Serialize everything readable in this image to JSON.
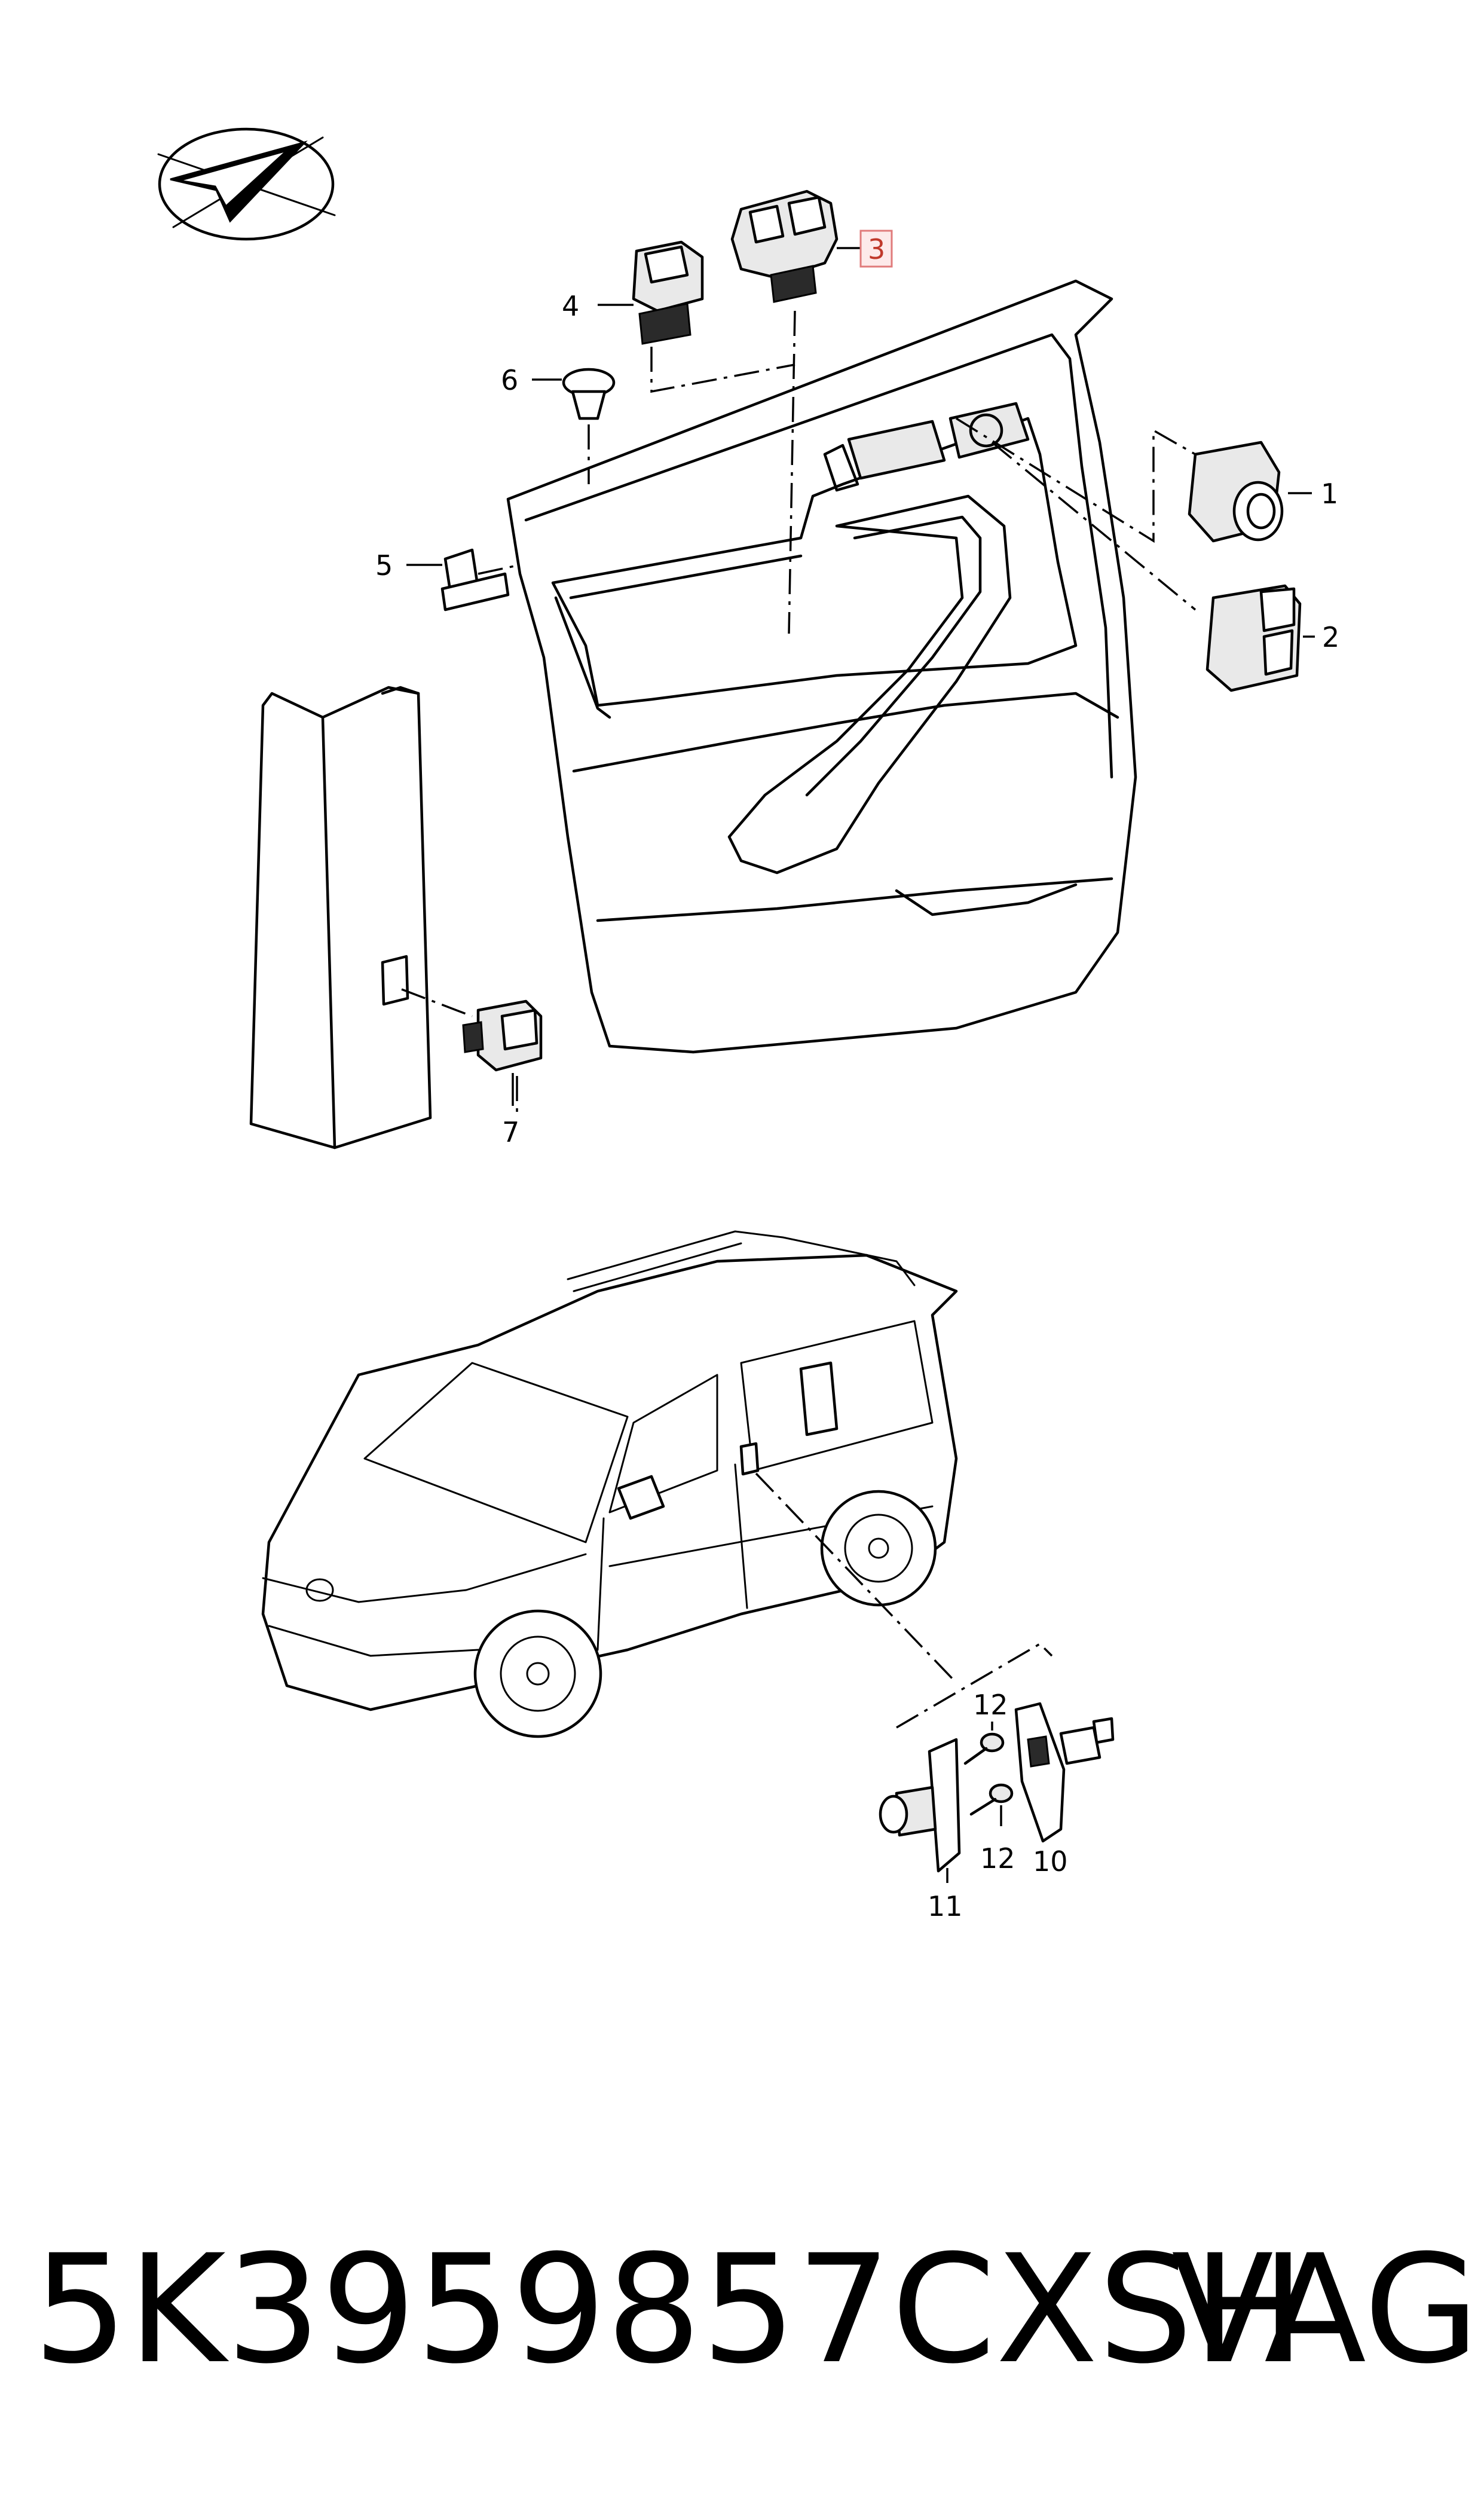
{
  "callouts": [
    {
      "id": "1",
      "label": "1"
    },
    {
      "id": "2",
      "label": "2"
    },
    {
      "id": "3",
      "label": "3",
      "highlighted": true
    },
    {
      "id": "4",
      "label": "4"
    },
    {
      "id": "5",
      "label": "5"
    },
    {
      "id": "6",
      "label": "6"
    },
    {
      "id": "7",
      "label": "7"
    },
    {
      "id": "10",
      "label": "10"
    },
    {
      "id": "11",
      "label": "11"
    },
    {
      "id": "12a",
      "label": "12"
    },
    {
      "id": "12b",
      "label": "12"
    }
  ],
  "caption": {
    "part_number": "5K3959857CXSH",
    "brand": "VAG"
  },
  "colors": {
    "highlight": "#c0392b",
    "highlight_box": "#fdeaea",
    "line": "#000000"
  },
  "icons": [
    "compass-arrow-icon"
  ]
}
